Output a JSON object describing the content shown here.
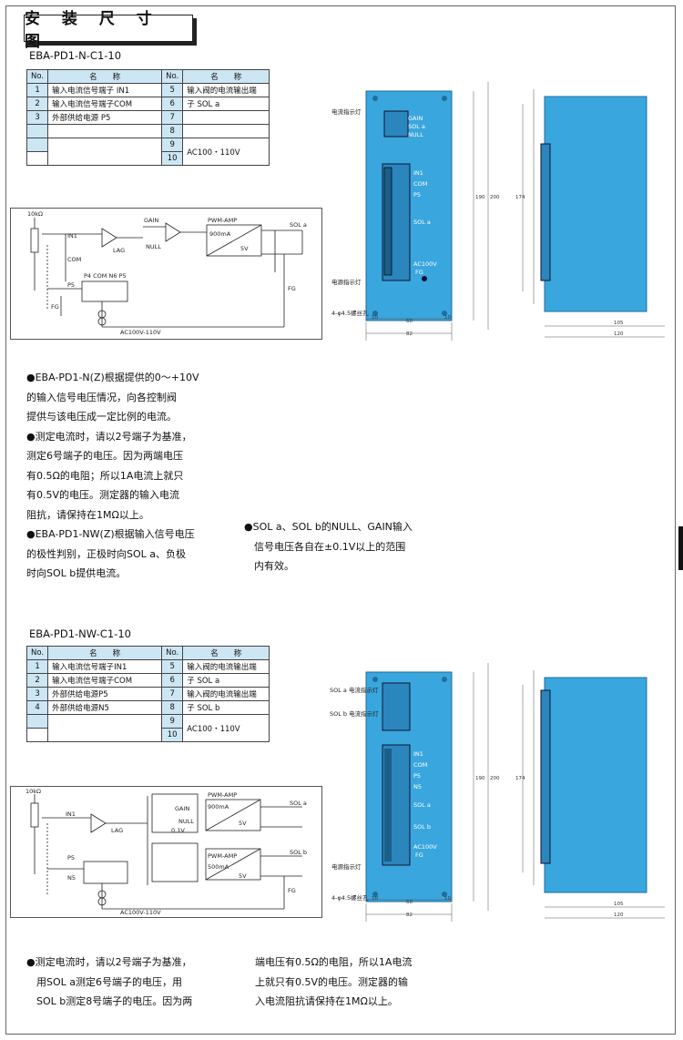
{
  "title": "安 装 尺 寸 图",
  "section1": {
    "model": "EBA-PD1-N-C1-10",
    "table": {
      "headers": [
        "No.",
        "名　　称",
        "No.",
        "名　　称"
      ],
      "left": [
        {
          "no": "1",
          "name": "输入电流信号端子 IN1"
        },
        {
          "no": "2",
          "name": "输入电流信号端子COM"
        },
        {
          "no": "3",
          "name": "外部供给电源 P5"
        },
        {
          "no": "",
          "name": ""
        },
        {
          "no": "",
          "name": ""
        },
        {
          "no": "",
          "name": ""
        }
      ],
      "right_nos": [
        "5",
        "6",
        "7",
        "8",
        "9",
        "10"
      ],
      "right_names": [
        "输入阀的电流输出端",
        "子 SOL a",
        "AC100・110V"
      ]
    },
    "circuit_labels": [
      "10kΩ",
      "IN1",
      "COM",
      "P5",
      "GAIN",
      "LAG",
      "NULL",
      "PWM-AMP",
      "900mA",
      "5V",
      "SOL a",
      "FG",
      "AC100V-110V",
      "P4",
      "COM",
      "P5",
      "N6",
      "P5"
    ],
    "drawing_labels": {
      "lamp": "电源指示灯",
      "status_lamp": "电流指示灯",
      "hole": "4-φ4.5螺丝孔",
      "gain": "GAIN",
      "sol": "SOL a",
      "null": "NULL",
      "terms": [
        "IN1",
        "COM",
        "P5",
        "SOL a",
        "AC100V",
        "FG"
      ],
      "dims": [
        "190",
        "200",
        "174",
        "10",
        "60",
        "10",
        "82",
        "105",
        "120"
      ]
    },
    "notes_left": [
      "●EBA-PD1-N(Z)根据提供的0～+10V",
      "的输入信号电压情况，向各控制阀",
      "提供与该电压成一定比例的电流。",
      "●测定电流时，请以2号端子为基准，",
      "测定6号端子的电压。因为两端电压",
      "有0.5Ω的电阻；所以1A电流上就只",
      "有0.5V的电压。测定器的输入电流",
      "阻抗，请保持在1MΩ以上。",
      "●EBA-PD1-NW(Z)根据输入信号电压",
      "的极性判别，正极时向SOL a、负极",
      "时向SOL b提供电流。"
    ],
    "notes_right": [
      "●SOL a、SOL b的NULL、GAIN输入",
      "信号电压各自在±0.1V以上的范围",
      "内有效。"
    ]
  },
  "section2": {
    "model": "EBA-PD1-NW-C1-10",
    "table": {
      "headers": [
        "No.",
        "名　　称",
        "No.",
        "名　　称"
      ],
      "left": [
        {
          "no": "1",
          "name": "输入电流信号端子IN1"
        },
        {
          "no": "2",
          "name": "输入电流信号端子COM"
        },
        {
          "no": "3",
          "name": "外部供给电源P5"
        },
        {
          "no": "4",
          "name": "外部供给电源N5"
        },
        {
          "no": "",
          "name": ""
        },
        {
          "no": "",
          "name": ""
        }
      ],
      "right_nos": [
        "5",
        "6",
        "7",
        "8",
        "9",
        "10"
      ],
      "right_names": [
        "输入阀的电流输出端",
        "子 SOL a",
        "输入阀的电流输出端",
        "子 SOL b",
        "AC100・110V"
      ]
    },
    "circuit_labels": [
      "10kΩ",
      "IN1",
      "GAIN",
      "LAG",
      "NULL",
      "PWM-AMP",
      "900mA",
      "5V",
      "SOL a",
      "SOL b",
      "P5",
      "N5",
      "FG",
      "0.1V",
      "AC100V-110V",
      "500mA"
    ],
    "drawing_labels": {
      "sol_a_lamp": "SOL a 电流指示灯",
      "sol_b_lamp": "SOL b 电流指示灯",
      "lamp": "电源指示灯",
      "hole": "4-φ4.5螺丝孔",
      "terms": [
        "IN1",
        "COM",
        "P5",
        "N5",
        "SOL a",
        "SOL b",
        "AC100V",
        "FG"
      ],
      "dims": [
        "190",
        "200",
        "174",
        "10",
        "60",
        "10",
        "82",
        "105",
        "120"
      ]
    },
    "notes_left": [
      "●测定电流时，请以2号端子为基准，",
      "用SOL a测定6号端子的电压，用",
      "SOL b测定8号端子的电压。因为两"
    ],
    "notes_right": [
      "端电压有0.5Ω的电阻，所以1A电流",
      "上就只有0.5V的电压。测定器的输",
      "入电流阻抗请保持在1MΩ以上。"
    ]
  },
  "colors": {
    "panel": "#3aa6de",
    "panel_dark": "#1f6e9c",
    "table_head": "#cde6f4"
  }
}
